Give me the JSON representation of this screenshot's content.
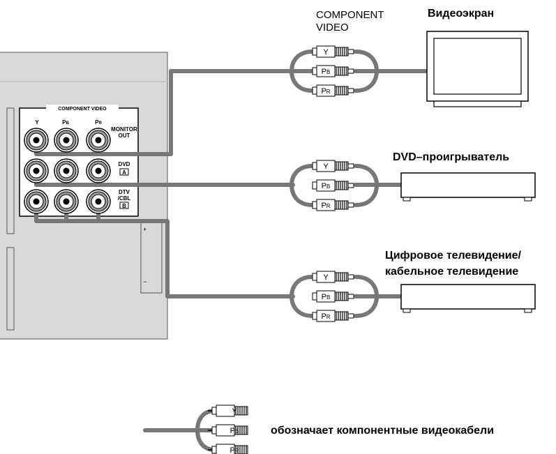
{
  "component_video_title": "COMPONENT\nVIDEO",
  "component_video_line1": "COMPONENT",
  "component_video_line2": "VIDEO",
  "panel": {
    "title": "COMPONENT VIDEO",
    "col_y": "Y",
    "col_pb_main": "P",
    "col_pb_sub": "B",
    "col_pr_main": "P",
    "col_pr_sub": "R",
    "monitor_out_1": "MONITOR",
    "monitor_out_2": "OUT",
    "dvd_label": "DVD",
    "dvd_badge": "A",
    "dtv_label_1": "DTV",
    "dtv_label_2": "/CBL",
    "dtv_badge": "B",
    "plus": "+",
    "minus": "−"
  },
  "devices": {
    "monitor": "Видеоэкран",
    "dvd": "DVD–проигрыватель",
    "dtv_line1": "Цифровое телевидение/",
    "dtv_line2": "кабельное телевидение"
  },
  "plugs": {
    "y": "Y",
    "pb_main": "P",
    "pb_sub": "B",
    "pr_main": "P",
    "pr_sub": "R"
  },
  "legend": {
    "text": "обозначает компонентные видеокабели"
  },
  "colors": {
    "panel_fill": "#d9d9d9",
    "cable": "#777777",
    "jack_gray": "#9a9a9a"
  }
}
